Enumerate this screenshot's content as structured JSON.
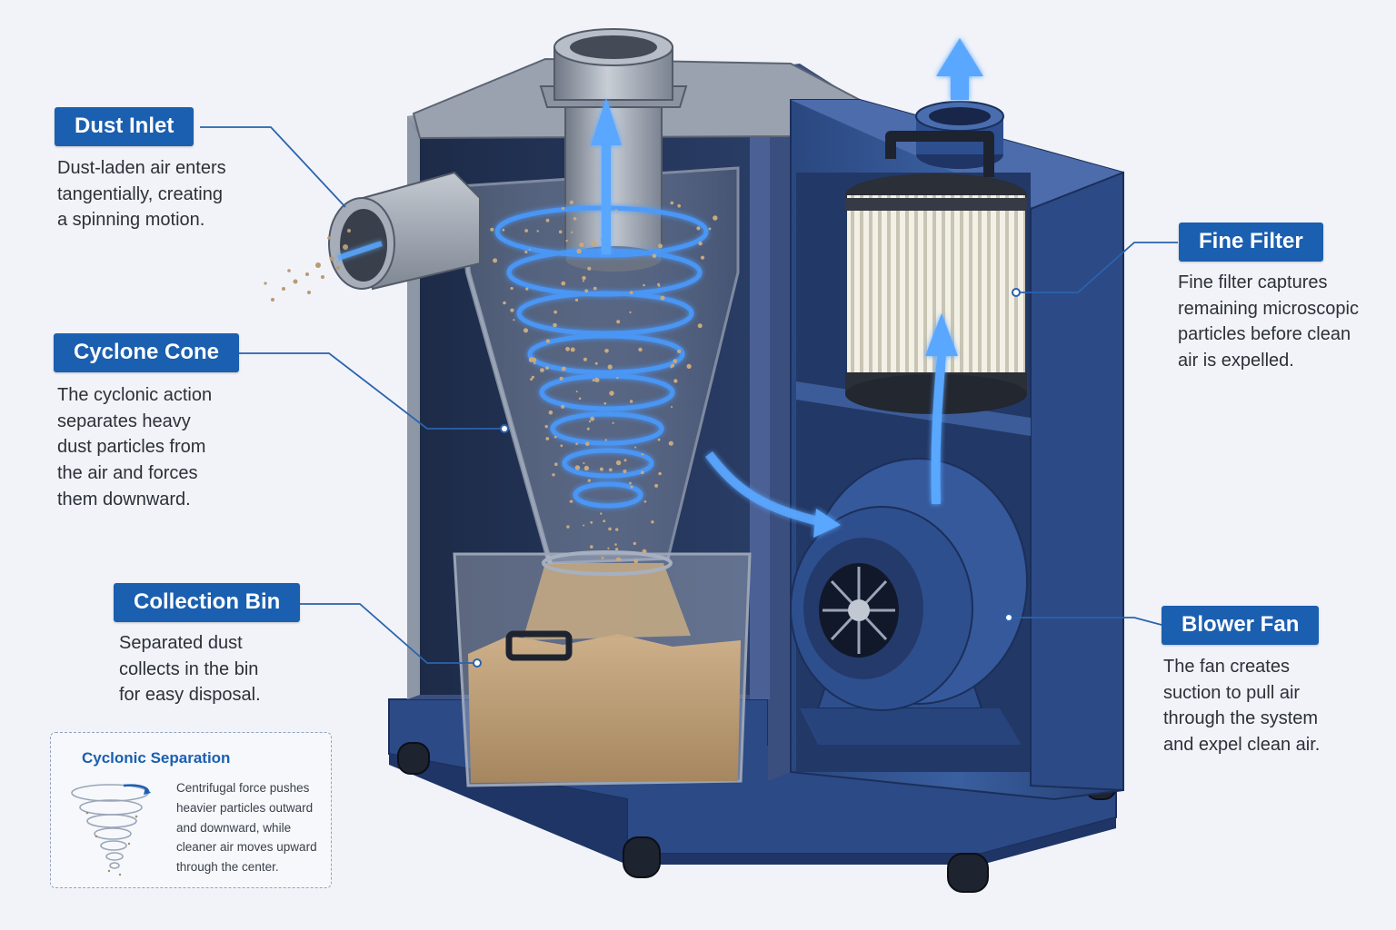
{
  "callouts": {
    "dust_inlet": {
      "title": "Dust Inlet",
      "lines": [
        "Dust-laden air enters",
        "tangentially, creating",
        "a spinning motion."
      ]
    },
    "cyclone_cone": {
      "title": "Cyclone Cone",
      "lines": [
        "The cyclonic action",
        "separates heavy",
        "dust particles from",
        "the air and forces",
        "them downward."
      ]
    },
    "collection_bin": {
      "title": "Collection Bin",
      "lines": [
        "Separated dust",
        "collects in the bin",
        "for easy disposal."
      ]
    },
    "fine_filter": {
      "title": "Fine Filter",
      "lines": [
        "Fine filter captures",
        "remaining microscopic",
        "particles before clean",
        "air is expelled."
      ]
    },
    "blower_fan": {
      "title": "Blower Fan",
      "lines": [
        "The fan creates",
        "suction to pull air",
        "through the system",
        "and expel clean air."
      ]
    }
  },
  "legend": {
    "title": "Cyclonic Separation",
    "lines": [
      "Centrifugal force pushes",
      "heavier particles outward",
      "and downward, while",
      "cleaner air moves upward",
      "through the center."
    ]
  },
  "colors": {
    "accent": "#1b5fb0",
    "housing": "#2f4f8c",
    "airflow": "#3d8ef0",
    "dust": "#b89a74"
  }
}
